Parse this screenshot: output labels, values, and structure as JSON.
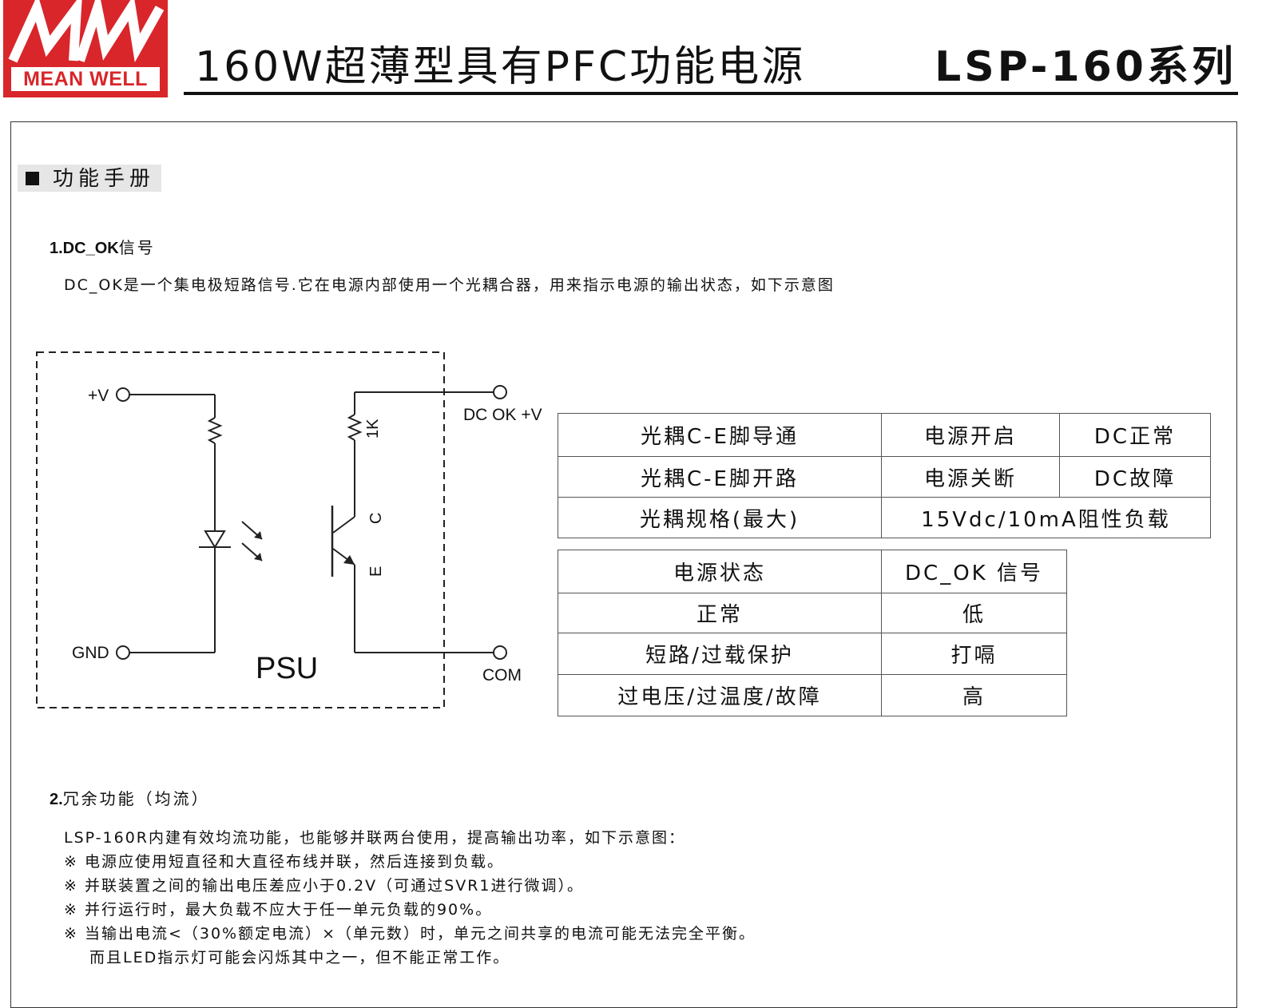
{
  "header": {
    "brand_text": "MEAN WELL",
    "title": "160W超薄型具有PFC功能电源",
    "series": "LSP-160系列",
    "brand_color": "#d8262a"
  },
  "section": {
    "title": "功能手册"
  },
  "dc_ok": {
    "heading_num": "1.DC_OK",
    "heading_text": "信号",
    "description": "DC_OK是一个集电极短路信号.它在电源内部使用一个光耦合器，用来指示电源的输出状态，如下示意图",
    "circuit": {
      "label_vplus": "+V",
      "label_gnd": "GND",
      "label_psu": "PSU",
      "label_resistor": "1K",
      "label_c": "C",
      "label_e": "E",
      "label_dcok": "DC OK +V",
      "label_com": "COM"
    },
    "table1": {
      "rows": [
        [
          "光耦C-E脚导通",
          "电源开启",
          "DC正常"
        ],
        [
          "光耦C-E脚开路",
          "电源关断",
          "DC故障"
        ]
      ],
      "spec_row": [
        "光耦规格(最大)",
        "15Vdc/10mA阻性负载"
      ]
    },
    "table2": {
      "header": [
        "电源状态",
        "DC_OK 信号"
      ],
      "rows": [
        [
          "正常",
          "低"
        ],
        [
          "短路/过载保护",
          "打嗝"
        ],
        [
          "过电压/过温度/故障",
          "高"
        ]
      ]
    }
  },
  "redundancy": {
    "heading_num": "2.",
    "heading_text": "冗余功能（均流）",
    "intro": "LSP-160R内建有效均流功能，也能够并联两台使用，提高输出功率，如下示意图：",
    "notes": [
      "※ 电源应使用短直径和大直径布线并联，然后连接到负载。",
      "※ 并联装置之间的输出电压差应小于0.2V（可通过SVR1进行微调）。",
      "※ 并行运行时，最大负载不应大于任一单元负载的90%。",
      "※ 当输出电流<（30%额定电流）×（单元数）时，单元之间共享的电流可能无法完全平衡。",
      "而且LED指示灯可能会闪烁其中之一，但不能正常工作。"
    ]
  }
}
